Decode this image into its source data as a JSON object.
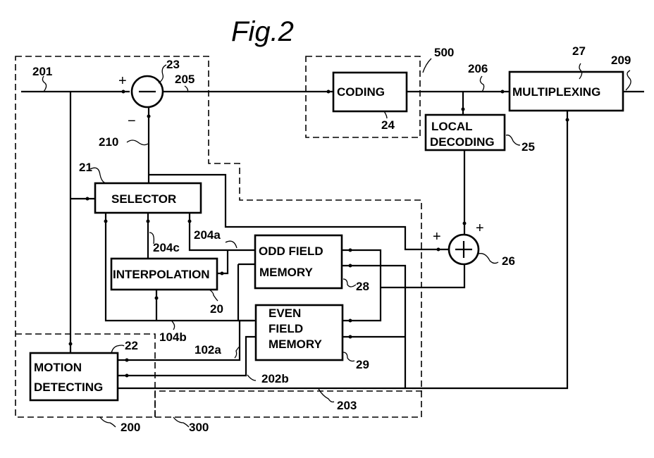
{
  "figure": {
    "title": "Fig.2"
  },
  "blocks": {
    "coding": "CODING",
    "multiplexing": "MULTIPLEXING",
    "local_decoding_line1": "LOCAL",
    "local_decoding_line2": "DECODING",
    "selector": "SELECTOR",
    "interpolation": "INTERPOLATION",
    "odd_memory_line1": "ODD FIELD",
    "odd_memory_line2": "MEMORY",
    "even_memory_line1": "EVEN",
    "even_memory_line2": "FIELD",
    "even_memory_line3": "MEMORY",
    "motion_line1": "MOTION",
    "motion_line2": "DETECTING"
  },
  "refs": {
    "r201": "201",
    "r23": "23",
    "r205": "205",
    "r500": "500",
    "r206": "206",
    "r27": "27",
    "r209": "209",
    "r24": "24",
    "r25": "25",
    "r210": "210",
    "r21": "21",
    "r204a": "204a",
    "r204c": "204c",
    "r26": "26",
    "r28": "28",
    "r20": "20",
    "r104b": "104b",
    "r22": "22",
    "r102a": "102a",
    "r29": "29",
    "r202b": "202b",
    "r203": "203",
    "r200": "200",
    "r300": "300"
  },
  "signs": {
    "plus": "+",
    "minus": "−"
  }
}
